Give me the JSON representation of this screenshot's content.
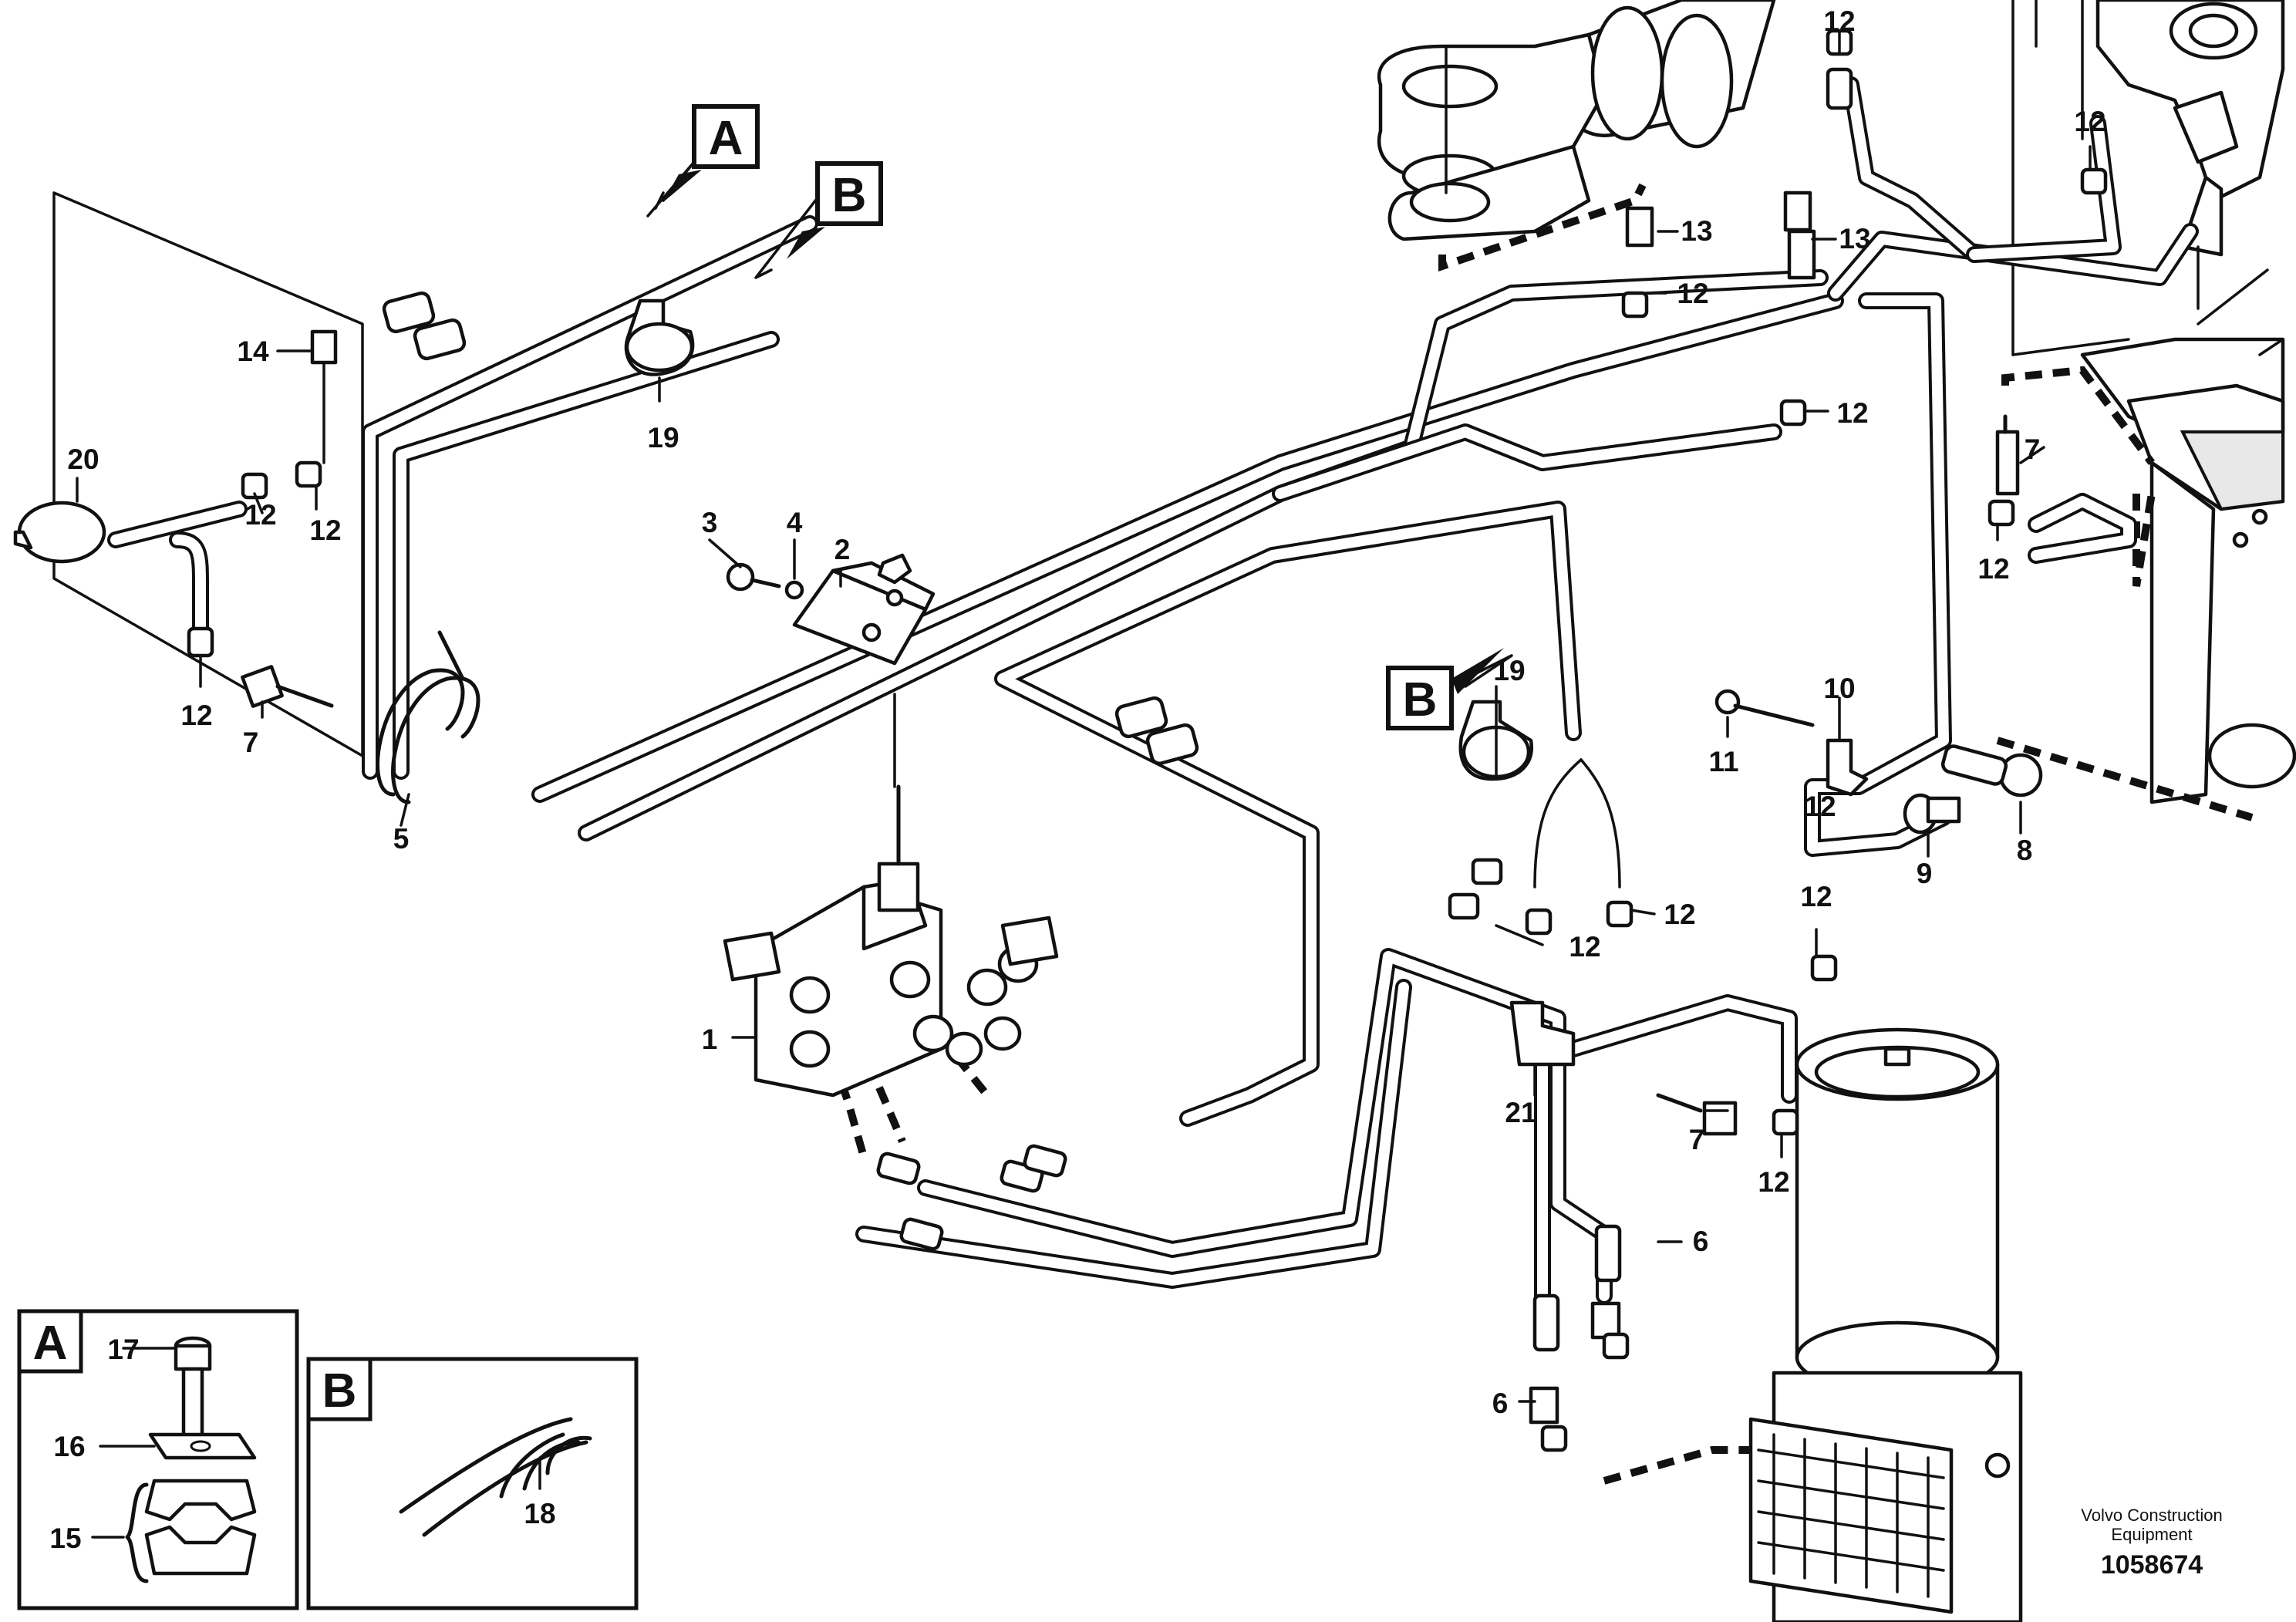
{
  "callouts": {
    "c1": "1",
    "c2": "2",
    "c3": "3",
    "c4": "4",
    "c5": "5",
    "c6a": "6",
    "c6b": "6",
    "c7a": "7",
    "c7b": "7",
    "c7c": "7",
    "c8": "8",
    "c9": "9",
    "c10": "10",
    "c11": "11",
    "c12a": "12",
    "c12b": "12",
    "c12c": "12",
    "c12d": "12",
    "c12e": "12",
    "c12f": "12",
    "c12g": "12",
    "c12h": "12",
    "c12i": "12",
    "c12j": "12",
    "c12k": "12",
    "c12l": "12",
    "c12m": "12",
    "c13a": "13",
    "c13b": "13",
    "c14": "14",
    "c15": "15",
    "c16": "16",
    "c17": "17",
    "c18": "18",
    "c19a": "19",
    "c19b": "19",
    "c20": "20",
    "c21": "21"
  },
  "detail_markers": {
    "a_top": "A",
    "b_top": "B",
    "b_mid": "B"
  },
  "detail_boxes": {
    "a": "A",
    "b": "B"
  },
  "footer": {
    "brand_line1": "Volvo Construction",
    "brand_line2": "Equipment",
    "doc_number": "1058674"
  }
}
